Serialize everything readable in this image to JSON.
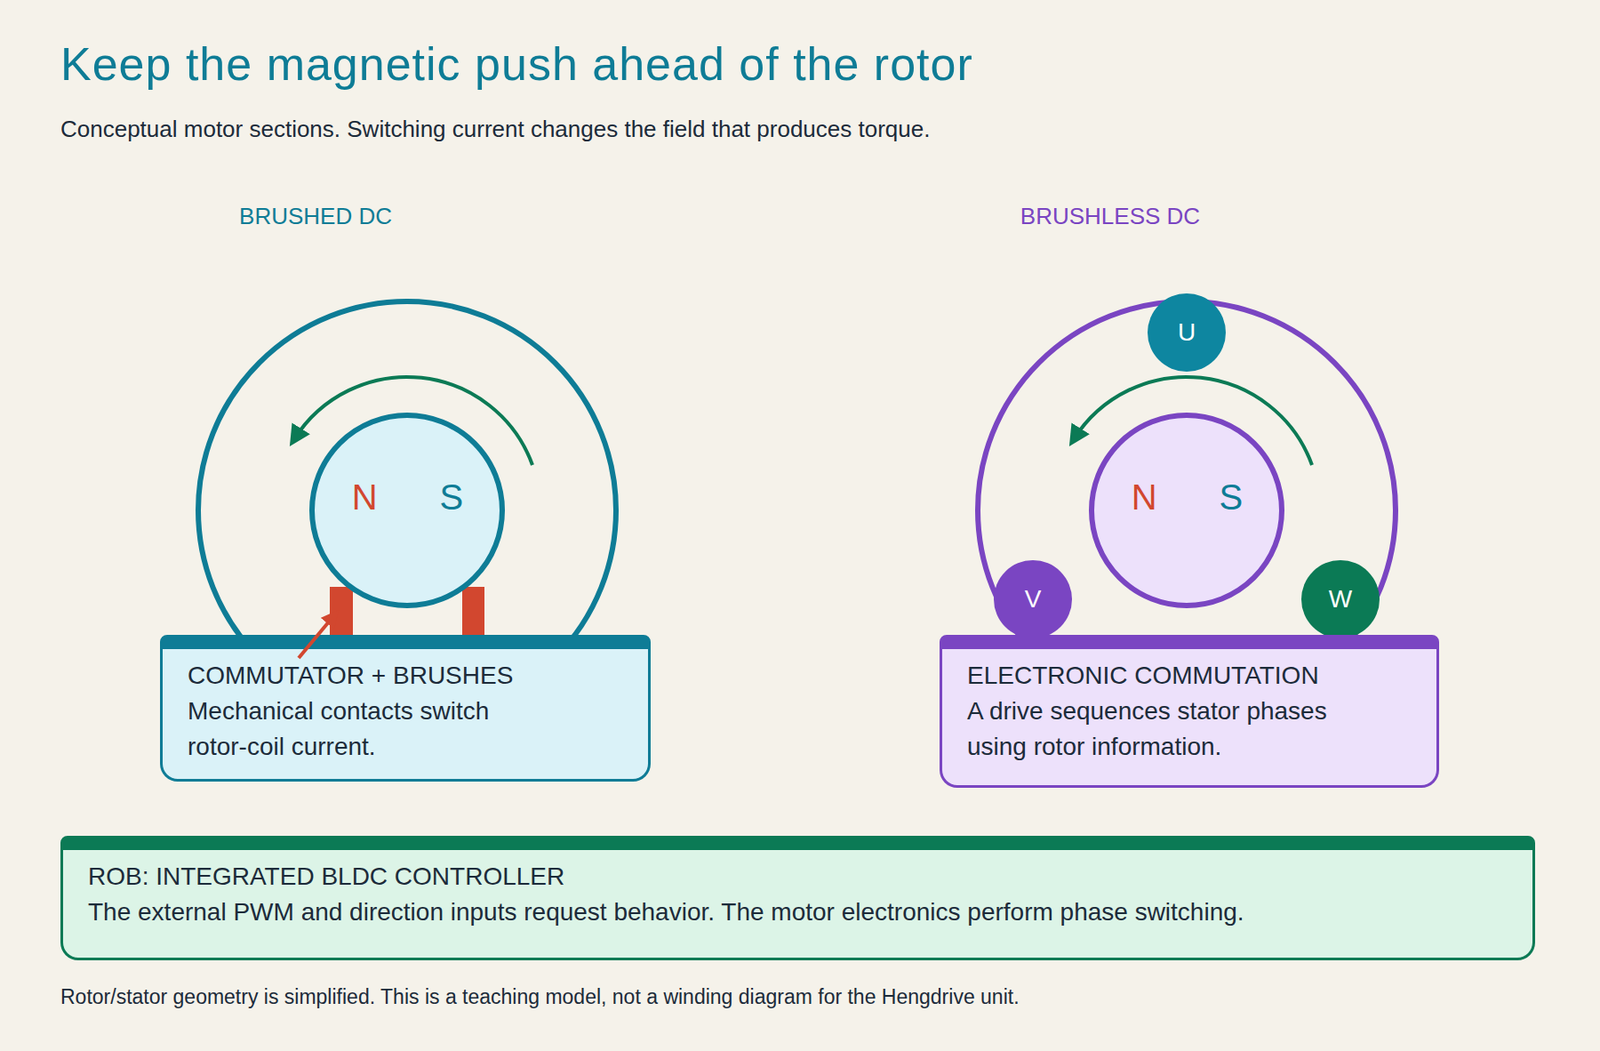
{
  "diagram": {
    "title": "Keep the magnetic push ahead of the rotor",
    "caption": "Rotor/stator geometry is simplified. This is a teaching model, not a winding diagram for the Hengdrive unit.",
    "nodes": [
      {
        "text": [
          "N",
          "S"
        ]
      },
      {
        "text": [
          "COMMUTATOR + BRUSHES",
          "Mechanical contacts switch rotor-coil current."
        ]
      },
      {
        "text": [
          "N",
          "S"
        ]
      },
      {
        "text": [
          "U"
        ]
      },
      {
        "text": [
          "V"
        ]
      },
      {
        "text": [
          "W"
        ]
      },
      {
        "text": [
          "ELECTRONIC COMMUTATION",
          "A drive sequences stator phases using rotor information."
        ]
      },
      {
        "text": [
          "ROB: INTEGRATED BLDC CONTROLLER",
          "The external PWM and direction inputs request behavior. The motor electronics perform phase switching."
        ]
      }
    ],
    "labels": [
      "Conceptual motor sections. Switching current changes the field that produces torque.",
      "BRUSHED DC",
      "BRUSHLESS DC"
    ]
  }
}
